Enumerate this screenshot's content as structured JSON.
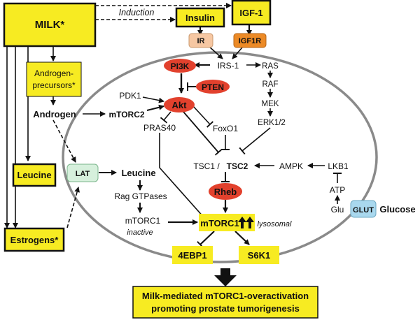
{
  "nodes": {
    "milk": "MILK*",
    "induction": "Induction",
    "insulin": "Insulin",
    "igf1": "IGF-1",
    "ir": "IR",
    "igf1r": "IGF1R",
    "pi3k": "PI3K",
    "irs1": "IRS-1",
    "ras": "RAS",
    "raf": "RAF",
    "mek": "MEK",
    "erk": "ERK1/2",
    "pten": "PTEN",
    "androgen_precursors_l1": "Androgen-",
    "androgen_precursors_l2": "precursors*",
    "androgen": "Androgen",
    "pdk1": "PDK1",
    "mtorc2": "mTORC2",
    "akt": "Akt",
    "pras40": "PRAS40",
    "foxo1": "FoxO1",
    "tsc1": "TSC1 /",
    "tsc2": "TSC2",
    "ampk": "AMPK",
    "lkb1": "LKB1",
    "atp": "ATP",
    "glu": "Glu",
    "glut": "GLUT",
    "glucose": "Glucose",
    "leucine_box": "Leucine",
    "lat": "LAT",
    "leucine": "Leucine",
    "rag": "Rag GTPases",
    "rheb": "Rheb",
    "mtorc1_inactive": "mTORC1",
    "inactive": "inactive",
    "mtorc1_active": "mTORC1",
    "lysosomal": "lysosomal",
    "estrogens": "Estrogens*",
    "ebp1": "4EBP1",
    "s6k1": "S6K1",
    "outcome_l1": "Milk-mediated mTORC1-overactivation",
    "outcome_l2": "promoting prostate tumorigenesis"
  },
  "colors": {
    "yellow": "#f7eb22",
    "red": "#e2412d",
    "ir_fill": "#f6c7a2",
    "igf1r_fill": "#ec8a26",
    "lat_fill": "#d6f0dc",
    "glut_fill": "#a9d8ee",
    "cell": "#8a8a8a"
  }
}
